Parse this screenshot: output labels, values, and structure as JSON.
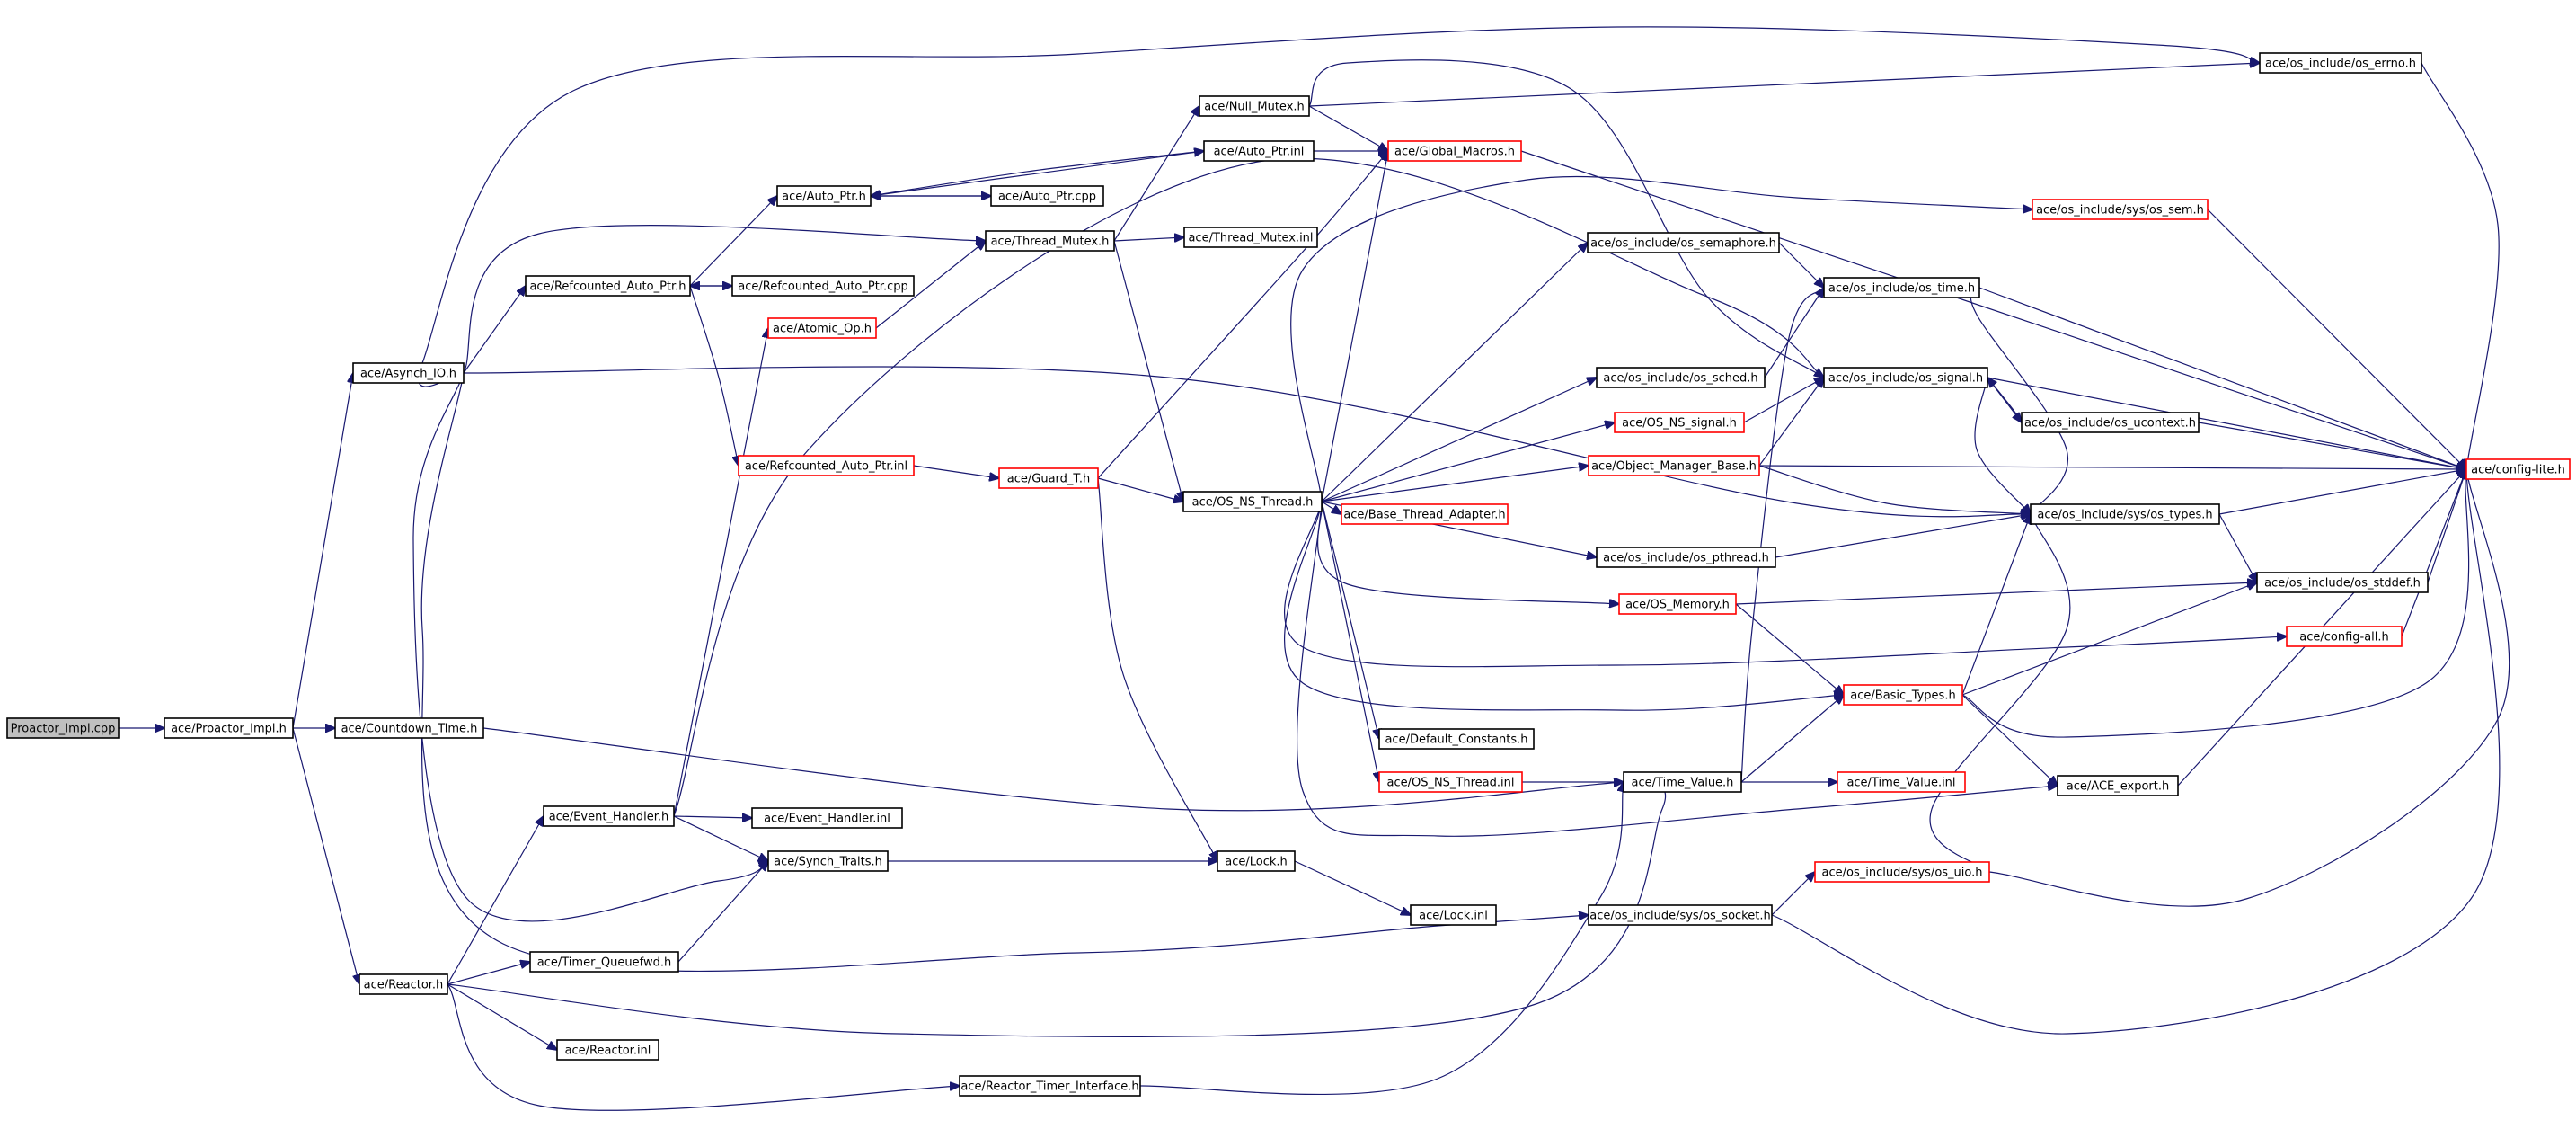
{
  "graph_title": "",
  "colors": {
    "edge": "#191970",
    "node_border_normal": "#000000",
    "node_border_truncated": "#ff0000",
    "root_fill": "#bfbfbf",
    "node_fill": "#ffffff"
  },
  "nodes": [
    {
      "id": "proactor_impl_cpp",
      "label": "Proactor_Impl.cpp",
      "style": "root"
    },
    {
      "id": "proactor_impl_h",
      "label": "ace/Proactor_Impl.h",
      "style": "normal"
    },
    {
      "id": "asynch_io_h",
      "label": "ace/Asynch_IO.h",
      "style": "normal"
    },
    {
      "id": "countdown_time_h",
      "label": "ace/Countdown_Time.h",
      "style": "normal"
    },
    {
      "id": "reactor_h",
      "label": "ace/Reactor.h",
      "style": "normal"
    },
    {
      "id": "refcounted_auto_ptr_h",
      "label": "ace/Refcounted_Auto_Ptr.h",
      "style": "normal"
    },
    {
      "id": "auto_ptr_h",
      "label": "ace/Auto_Ptr.h",
      "style": "normal"
    },
    {
      "id": "auto_ptr_cpp",
      "label": "ace/Auto_Ptr.cpp",
      "style": "normal"
    },
    {
      "id": "refcounted_auto_ptr_cpp",
      "label": "ace/Refcounted_Auto_Ptr.cpp",
      "style": "normal"
    },
    {
      "id": "atomic_op_h",
      "label": "ace/Atomic_Op.h",
      "style": "truncated"
    },
    {
      "id": "refcounted_auto_ptr_inl",
      "label": "ace/Refcounted_Auto_Ptr.inl",
      "style": "truncated"
    },
    {
      "id": "event_handler_h",
      "label": "ace/Event_Handler.h",
      "style": "normal"
    },
    {
      "id": "event_handler_inl",
      "label": "ace/Event_Handler.inl",
      "style": "normal"
    },
    {
      "id": "synch_traits_h",
      "label": "ace/Synch_Traits.h",
      "style": "normal"
    },
    {
      "id": "timer_queuefwd_h",
      "label": "ace/Timer_Queuefwd.h",
      "style": "normal"
    },
    {
      "id": "reactor_inl",
      "label": "ace/Reactor.inl",
      "style": "normal"
    },
    {
      "id": "reactor_timer_interface_h",
      "label": "ace/Reactor_Timer_Interface.h",
      "style": "normal"
    },
    {
      "id": "null_mutex_h",
      "label": "ace/Null_Mutex.h",
      "style": "normal"
    },
    {
      "id": "auto_ptr_inl",
      "label": "ace/Auto_Ptr.inl",
      "style": "normal"
    },
    {
      "id": "thread_mutex_h",
      "label": "ace/Thread_Mutex.h",
      "style": "normal"
    },
    {
      "id": "thread_mutex_inl",
      "label": "ace/Thread_Mutex.inl",
      "style": "normal"
    },
    {
      "id": "guard_t_h",
      "label": "ace/Guard_T.h",
      "style": "truncated"
    },
    {
      "id": "os_ns_thread_h",
      "label": "ace/OS_NS_Thread.h",
      "style": "normal"
    },
    {
      "id": "lock_h",
      "label": "ace/Lock.h",
      "style": "normal"
    },
    {
      "id": "lock_inl",
      "label": "ace/Lock.inl",
      "style": "normal"
    },
    {
      "id": "global_macros_h",
      "label": "ace/Global_Macros.h",
      "style": "truncated"
    },
    {
      "id": "base_thread_adapter_h",
      "label": "ace/Base_Thread_Adapter.h",
      "style": "truncated"
    },
    {
      "id": "default_constants_h",
      "label": "ace/Default_Constants.h",
      "style": "normal"
    },
    {
      "id": "os_ns_thread_inl",
      "label": "ace/OS_NS_Thread.inl",
      "style": "truncated"
    },
    {
      "id": "time_value_h",
      "label": "ace/Time_Value.h",
      "style": "normal"
    },
    {
      "id": "time_value_inl",
      "label": "ace/Time_Value.inl",
      "style": "truncated"
    },
    {
      "id": "os_semaphore_h",
      "label": "ace/os_include/os_semaphore.h",
      "style": "normal"
    },
    {
      "id": "os_sched_h",
      "label": "ace/os_include/os_sched.h",
      "style": "normal"
    },
    {
      "id": "os_ns_signal_h",
      "label": "ace/OS_NS_signal.h",
      "style": "truncated"
    },
    {
      "id": "object_manager_base_h",
      "label": "ace/Object_Manager_Base.h",
      "style": "truncated"
    },
    {
      "id": "os_pthread_h",
      "label": "ace/os_include/os_pthread.h",
      "style": "normal"
    },
    {
      "id": "os_memory_h",
      "label": "ace/OS_Memory.h",
      "style": "truncated"
    },
    {
      "id": "basic_types_h",
      "label": "ace/Basic_Types.h",
      "style": "truncated"
    },
    {
      "id": "ace_export_h",
      "label": "ace/ACE_export.h",
      "style": "normal"
    },
    {
      "id": "sys_os_uio_h",
      "label": "ace/os_include/sys/os_uio.h",
      "style": "truncated"
    },
    {
      "id": "sys_os_socket_h",
      "label": "ace/os_include/sys/os_socket.h",
      "style": "normal"
    },
    {
      "id": "sys_os_sem_h",
      "label": "ace/os_include/sys/os_sem.h",
      "style": "truncated"
    },
    {
      "id": "os_time_h",
      "label": "ace/os_include/os_time.h",
      "style": "normal"
    },
    {
      "id": "os_signal_h",
      "label": "ace/os_include/os_signal.h",
      "style": "normal"
    },
    {
      "id": "os_ucontext_h",
      "label": "ace/os_include/os_ucontext.h",
      "style": "normal"
    },
    {
      "id": "sys_os_types_h",
      "label": "ace/os_include/sys/os_types.h",
      "style": "normal"
    },
    {
      "id": "os_stddef_h",
      "label": "ace/os_include/os_stddef.h",
      "style": "normal"
    },
    {
      "id": "config_all_h",
      "label": "ace/config-all.h",
      "style": "truncated"
    },
    {
      "id": "os_errno_h",
      "label": "ace/os_include/os_errno.h",
      "style": "normal"
    },
    {
      "id": "config_lite_h",
      "label": "ace/config-lite.h",
      "style": "truncated"
    }
  ],
  "edges": [
    [
      "proactor_impl_cpp",
      "proactor_impl_h"
    ],
    [
      "proactor_impl_h",
      "asynch_io_h"
    ],
    [
      "proactor_impl_h",
      "countdown_time_h"
    ],
    [
      "proactor_impl_h",
      "reactor_h"
    ],
    [
      "asynch_io_h",
      "refcounted_auto_ptr_h"
    ],
    [
      "asynch_io_h",
      "thread_mutex_h"
    ],
    [
      "asynch_io_h",
      "os_errno_h"
    ],
    [
      "asynch_io_h",
      "sys_os_types_h"
    ],
    [
      "asynch_io_h",
      "synch_traits_h"
    ],
    [
      "asynch_io_h",
      "sys_os_socket_h"
    ],
    [
      "refcounted_auto_ptr_h",
      "auto_ptr_h"
    ],
    [
      "refcounted_auto_ptr_h",
      "refcounted_auto_ptr_cpp"
    ],
    [
      "refcounted_auto_ptr_h",
      "refcounted_auto_ptr_inl"
    ],
    [
      "refcounted_auto_ptr_cpp",
      "refcounted_auto_ptr_h"
    ],
    [
      "auto_ptr_h",
      "auto_ptr_cpp"
    ],
    [
      "auto_ptr_h",
      "auto_ptr_inl"
    ],
    [
      "auto_ptr_cpp",
      "auto_ptr_h"
    ],
    [
      "auto_ptr_inl",
      "auto_ptr_h"
    ],
    [
      "auto_ptr_inl",
      "global_macros_h"
    ],
    [
      "atomic_op_h",
      "thread_mutex_h"
    ],
    [
      "refcounted_auto_ptr_inl",
      "guard_t_h"
    ],
    [
      "thread_mutex_h",
      "null_mutex_h"
    ],
    [
      "thread_mutex_h",
      "thread_mutex_inl"
    ],
    [
      "thread_mutex_h",
      "os_ns_thread_h"
    ],
    [
      "null_mutex_h",
      "global_macros_h"
    ],
    [
      "null_mutex_h",
      "os_errno_h"
    ],
    [
      "null_mutex_h",
      "os_signal_h"
    ],
    [
      "global_macros_h",
      "config_lite_h"
    ],
    [
      "guard_t_h",
      "os_ns_thread_h"
    ],
    [
      "guard_t_h",
      "lock_h"
    ],
    [
      "guard_t_h",
      "global_macros_h"
    ],
    [
      "os_ns_thread_h",
      "global_macros_h"
    ],
    [
      "os_ns_thread_h",
      "sys_os_sem_h"
    ],
    [
      "os_ns_thread_h",
      "os_semaphore_h"
    ],
    [
      "os_ns_thread_h",
      "os_sched_h"
    ],
    [
      "os_ns_thread_h",
      "os_ns_signal_h"
    ],
    [
      "os_ns_thread_h",
      "object_manager_base_h"
    ],
    [
      "os_ns_thread_h",
      "base_thread_adapter_h"
    ],
    [
      "os_ns_thread_h",
      "os_pthread_h"
    ],
    [
      "os_ns_thread_h",
      "os_memory_h"
    ],
    [
      "os_ns_thread_h",
      "config_all_h"
    ],
    [
      "os_ns_thread_h",
      "basic_types_h"
    ],
    [
      "os_ns_thread_h",
      "default_constants_h"
    ],
    [
      "os_ns_thread_h",
      "os_ns_thread_inl"
    ],
    [
      "os_ns_thread_h",
      "ace_export_h"
    ],
    [
      "os_ns_thread_inl",
      "time_value_h"
    ],
    [
      "countdown_time_h",
      "time_value_h"
    ],
    [
      "reactor_h",
      "event_handler_h"
    ],
    [
      "reactor_h",
      "timer_queuefwd_h"
    ],
    [
      "reactor_h",
      "reactor_inl"
    ],
    [
      "reactor_h",
      "reactor_timer_interface_h"
    ],
    [
      "reactor_h",
      "time_value_h"
    ],
    [
      "event_handler_h",
      "event_handler_inl"
    ],
    [
      "event_handler_h",
      "synch_traits_h"
    ],
    [
      "event_handler_h",
      "atomic_op_h"
    ],
    [
      "event_handler_h",
      "os_signal_h"
    ],
    [
      "timer_queuefwd_h",
      "synch_traits_h"
    ],
    [
      "synch_traits_h",
      "lock_h"
    ],
    [
      "lock_h",
      "lock_inl"
    ],
    [
      "reactor_timer_interface_h",
      "time_value_h"
    ],
    [
      "time_value_h",
      "basic_types_h"
    ],
    [
      "time_value_h",
      "time_value_inl"
    ],
    [
      "time_value_h",
      "os_time_h"
    ],
    [
      "os_semaphore_h",
      "os_time_h"
    ],
    [
      "os_sched_h",
      "os_time_h"
    ],
    [
      "os_ns_signal_h",
      "os_signal_h"
    ],
    [
      "object_manager_base_h",
      "os_signal_h"
    ],
    [
      "object_manager_base_h",
      "sys_os_types_h"
    ],
    [
      "object_manager_base_h",
      "config_lite_h"
    ],
    [
      "os_pthread_h",
      "sys_os_types_h"
    ],
    [
      "os_memory_h",
      "basic_types_h"
    ],
    [
      "os_memory_h",
      "os_stddef_h"
    ],
    [
      "basic_types_h",
      "sys_os_types_h"
    ],
    [
      "basic_types_h",
      "ace_export_h"
    ],
    [
      "basic_types_h",
      "os_stddef_h"
    ],
    [
      "basic_types_h",
      "config_lite_h"
    ],
    [
      "sys_os_uio_h",
      "sys_os_types_h"
    ],
    [
      "sys_os_uio_h",
      "config_lite_h"
    ],
    [
      "sys_os_socket_h",
      "sys_os_uio_h"
    ],
    [
      "sys_os_socket_h",
      "config_lite_h"
    ],
    [
      "sys_os_sem_h",
      "config_lite_h"
    ],
    [
      "os_time_h",
      "sys_os_types_h"
    ],
    [
      "os_time_h",
      "config_lite_h"
    ],
    [
      "os_signal_h",
      "os_ucontext_h"
    ],
    [
      "os_signal_h",
      "sys_os_types_h"
    ],
    [
      "os_signal_h",
      "config_lite_h"
    ],
    [
      "os_ucontext_h",
      "os_signal_h"
    ],
    [
      "os_ucontext_h",
      "config_lite_h"
    ],
    [
      "sys_os_types_h",
      "os_stddef_h"
    ],
    [
      "sys_os_types_h",
      "config_lite_h"
    ],
    [
      "os_stddef_h",
      "config_lite_h"
    ],
    [
      "config_all_h",
      "config_lite_h"
    ],
    [
      "os_errno_h",
      "config_lite_h"
    ],
    [
      "ace_export_h",
      "config_lite_h"
    ]
  ]
}
